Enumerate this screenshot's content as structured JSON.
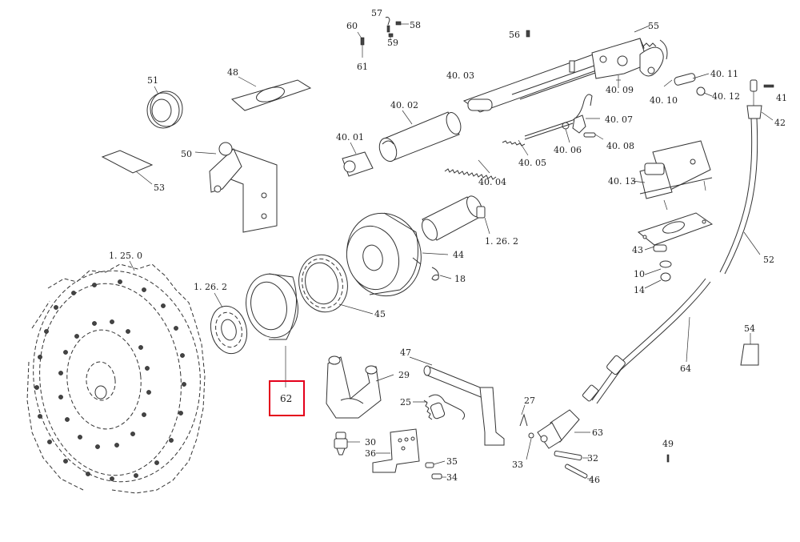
{
  "labels": {
    "l60": "60",
    "l57": "57",
    "l58": "58",
    "l59": "59",
    "l61": "61",
    "l56": "56",
    "l55": "55",
    "l51": "51",
    "l48": "48",
    "l50": "50",
    "l53": "53",
    "l40_03": "40. 03",
    "l40_02": "40. 02",
    "l40_01": "40. 01",
    "l40_04": "40. 04",
    "l40_05": "40. 05",
    "l40_06": "40. 06",
    "l40_07": "40. 07",
    "l40_08": "40. 08",
    "l40_09": "40. 09",
    "l40_10": "40. 10",
    "l40_11": "40. 11",
    "l40_12": "40. 12",
    "l40_13": "40. 13",
    "l41": "41",
    "l42": "42",
    "l43": "43",
    "l10": "10",
    "l14": "14",
    "l52": "52",
    "l1_26_2a": "1. 26. 2",
    "l1_26_2b": "1. 26. 2",
    "l44": "44",
    "l18": "18",
    "l1_25_0": "1. 25. 0",
    "l45": "45",
    "l62": "62",
    "l47": "47",
    "l29": "29",
    "l25": "25",
    "l27": "27",
    "l30": "30",
    "l36": "36",
    "l35": "35",
    "l34": "34",
    "l33": "33",
    "l63": "63",
    "l32": "32",
    "l46": "46",
    "l49": "49",
    "l54": "54",
    "l64": "64"
  },
  "highlight": {
    "color": "#e4001b",
    "part": "62"
  }
}
